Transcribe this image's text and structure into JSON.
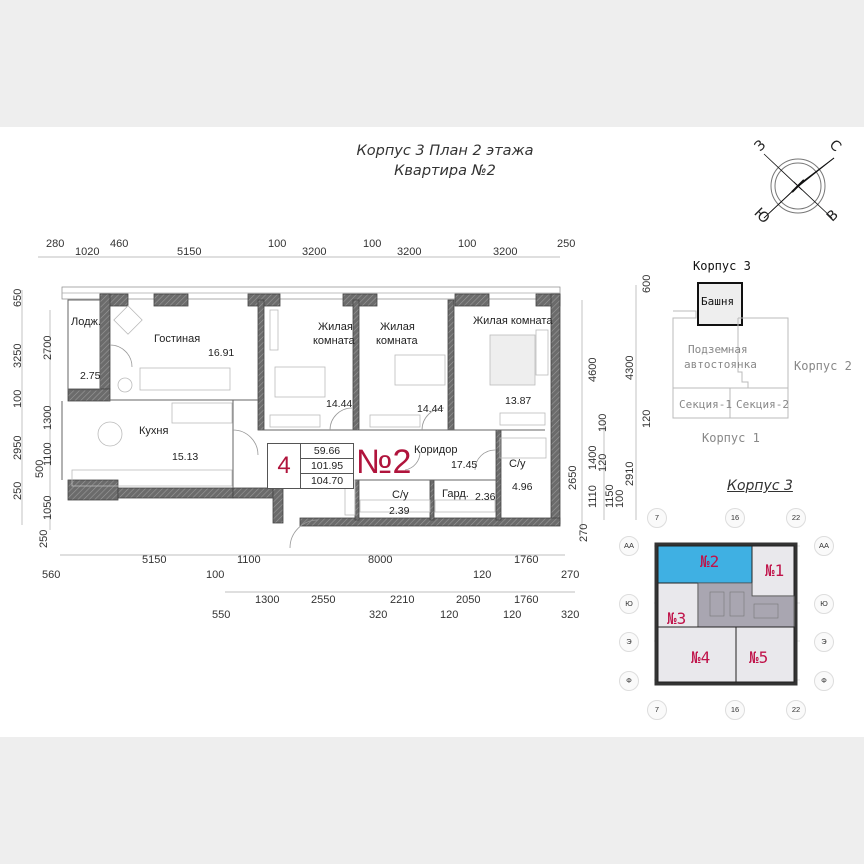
{
  "header": {
    "title_line1": "Корпус 3  План 2 этажа",
    "title_line2": "Квартира №2"
  },
  "compass": {
    "icon": "compass-rose-icon",
    "north": "С",
    "east": "В",
    "south": "Ю",
    "west": "З",
    "colors": {
      "red": "#e8163f",
      "blue": "#29b6e8",
      "ring": "#666666"
    }
  },
  "dimensions": {
    "top": [
      "280",
      "1020",
      "460",
      "5150",
      "100",
      "3200",
      "100",
      "3200",
      "100",
      "3200",
      "250"
    ],
    "bottom_row1": [
      "560",
      "5150",
      "100",
      "1100",
      "8000",
      "120",
      "1760",
      "270"
    ],
    "bottom_row2": [
      "550",
      "1300",
      "2550",
      "320",
      "2210",
      "120",
      "2050",
      "120",
      "1760",
      "320"
    ],
    "left_outer": [
      "650",
      "3250",
      "100",
      "2950",
      "250",
      "250"
    ],
    "left_inner": [
      "2700",
      "1300",
      "1100",
      "500",
      "1050"
    ],
    "right_inner": [
      "4600",
      "100",
      "1400",
      "120",
      "1110",
      "270"
    ],
    "right_outer": [
      "2650",
      "1150",
      "100"
    ],
    "right_far": [
      "600",
      "4300",
      "120",
      "2910"
    ]
  },
  "rooms": [
    {
      "name": "Лодж.",
      "area": "2.75"
    },
    {
      "name": "Гостиная",
      "area": "16.91"
    },
    {
      "name": "Жилая\nкомната",
      "line1": "Жилая",
      "line2": "комната",
      "area": "14.44"
    },
    {
      "name": "Жилая комната",
      "line1": "Жилая",
      "line2": "комната",
      "area": "14.44"
    },
    {
      "name": "Жилая комната",
      "area": "13.87"
    },
    {
      "name": "Кухня",
      "area": "15.13"
    },
    {
      "name": "Коридор",
      "area": "17.45"
    },
    {
      "name": "С/у",
      "area": "4.96"
    },
    {
      "name": "С/у",
      "area": "2.39"
    },
    {
      "name": "Гард.",
      "area": "2.36"
    }
  ],
  "apartment": {
    "rooms_count": "4",
    "living_area": "59.66",
    "total_area": "101.95",
    "total_area_with_loggia": "104.70",
    "number": "№2",
    "accent_color": "#b0143c"
  },
  "site_plan": {
    "title": "Корпус 3",
    "tower": "Башня",
    "parking_line1": "Подземная",
    "parking_line2": "автостоянка",
    "section1": "Секция-1",
    "section2": "Секция-2",
    "building2": "Корпус 2",
    "building1": "Корпус 1"
  },
  "floor_key": {
    "title": "Корпус 3",
    "axes_top": [
      "7",
      "16",
      "22"
    ],
    "axes_bottom": [
      "7",
      "16",
      "22"
    ],
    "axes_left": [
      "АА",
      "Ю",
      "Э",
      "Ф"
    ],
    "axes_right": [
      "АА",
      "Ю",
      "Э",
      "Ф"
    ],
    "apartments": [
      "№2",
      "№1",
      "№3",
      "№4",
      "№5"
    ],
    "highlight_color": "#3fb0e3",
    "core_color": "#a9a6b1",
    "unit_color": "#e9e8ec"
  }
}
